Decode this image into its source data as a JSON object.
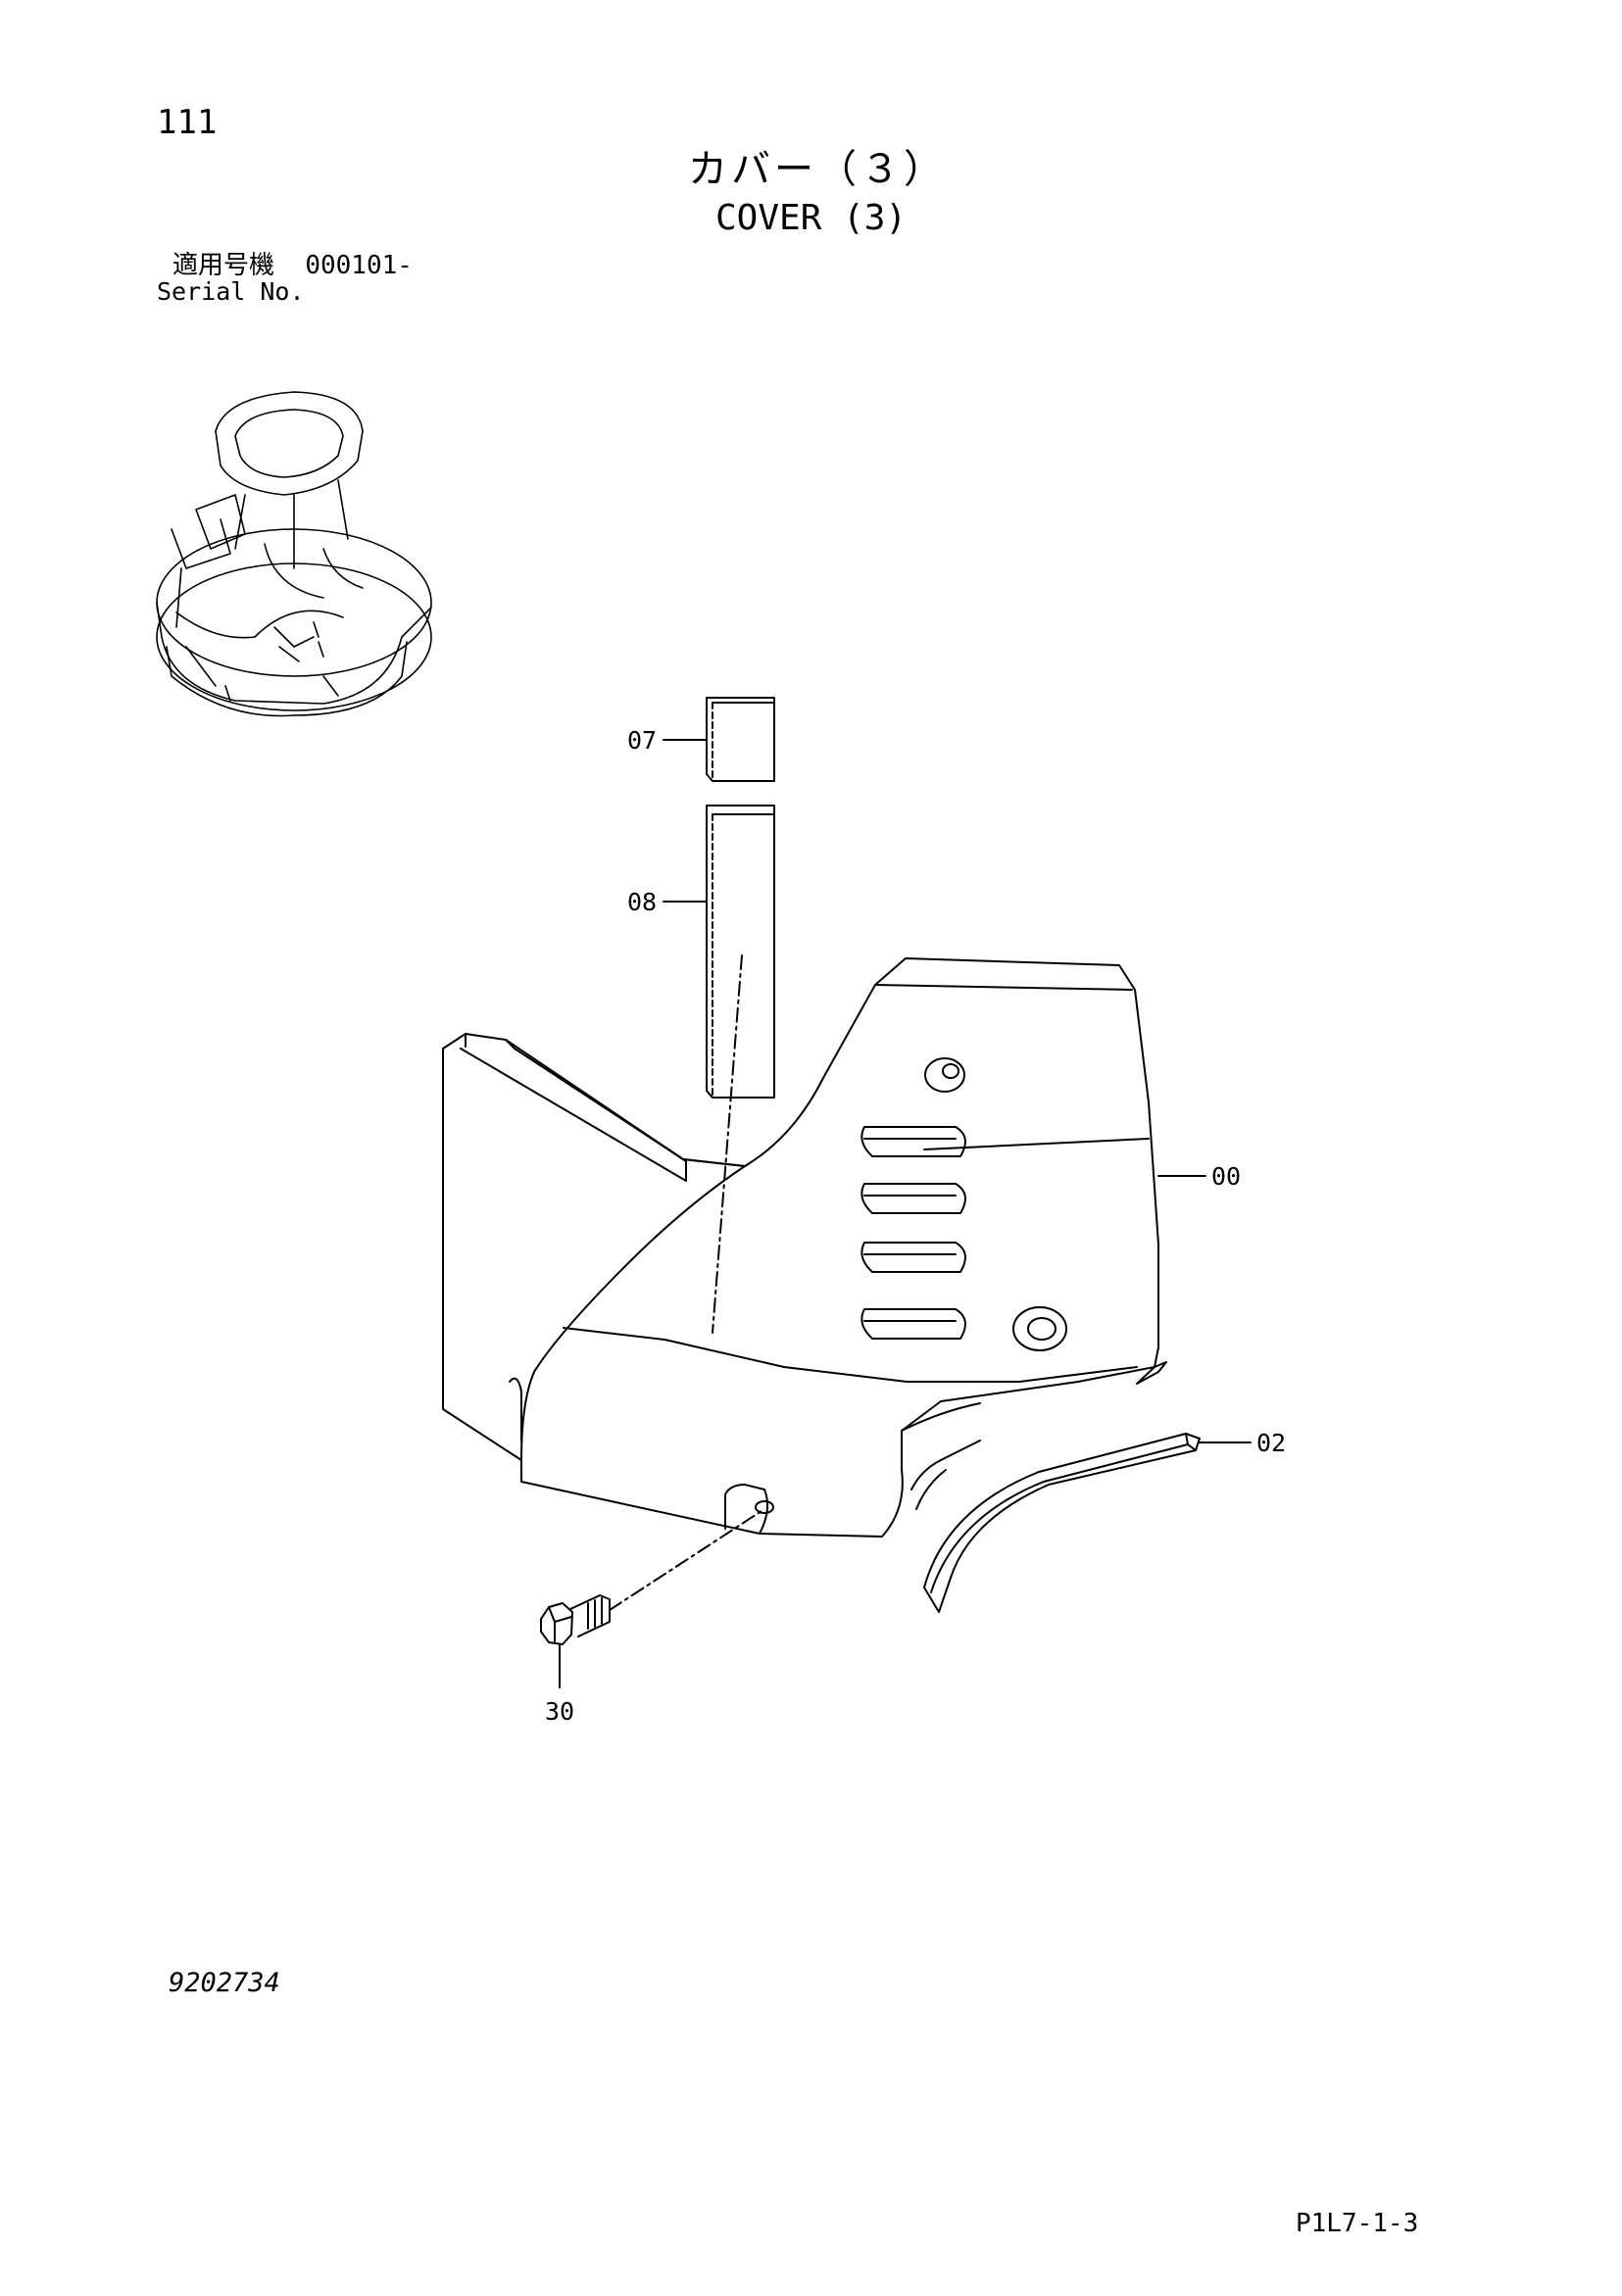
{
  "header": {
    "page_number": "111",
    "title_jp": "カバー（３）",
    "title_en": "COVER (3)",
    "serial_label_jp": "適用号機",
    "serial_value": "000101-",
    "serial_label_en": "Serial No."
  },
  "callouts": {
    "c07": "07",
    "c08": "08",
    "c00": "00",
    "c02": "02",
    "c30": "30"
  },
  "footer": {
    "drawing_number": "9202734",
    "page_code": "P1L7-1-3"
  }
}
